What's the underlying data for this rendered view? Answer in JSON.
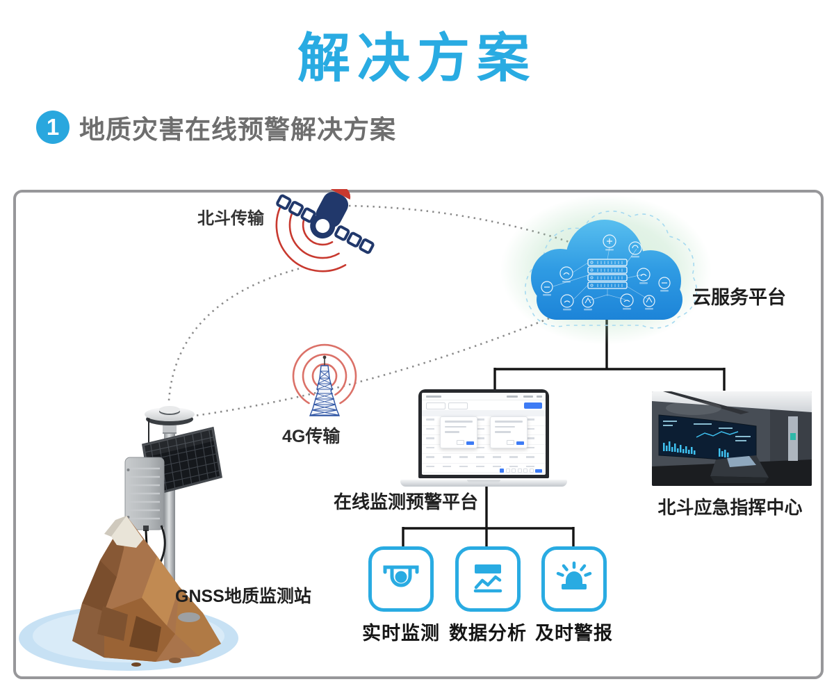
{
  "title": "解决方案",
  "section": {
    "number": "1",
    "heading": "地质灾害在线预警解决方案"
  },
  "diagram": {
    "labels": {
      "satellite_link": "北斗传输",
      "cloud_platform": "云服务平台",
      "cellular_link": "4G传输",
      "station": "GNSS地质监测站",
      "platform": "在线监测预警平台",
      "command_center": "北斗应急指挥中心"
    },
    "features": [
      {
        "icon": "camera-icon",
        "label": "实时监测"
      },
      {
        "icon": "chart-icon",
        "label": "数据分析"
      },
      {
        "icon": "siren-icon",
        "label": "及时警报"
      }
    ]
  },
  "colors": {
    "accent_blue": "#29ABE2",
    "satellite_navy": "#21386B",
    "signal_red": "#C8392F",
    "tower_arc_red": "#DB7168",
    "cloud_top": "#58BEEF",
    "cloud_bottom": "#1B82D7",
    "connector_black": "#141414",
    "dotted_gray": "#8A8A8A",
    "frame_gray": "#97979A"
  }
}
